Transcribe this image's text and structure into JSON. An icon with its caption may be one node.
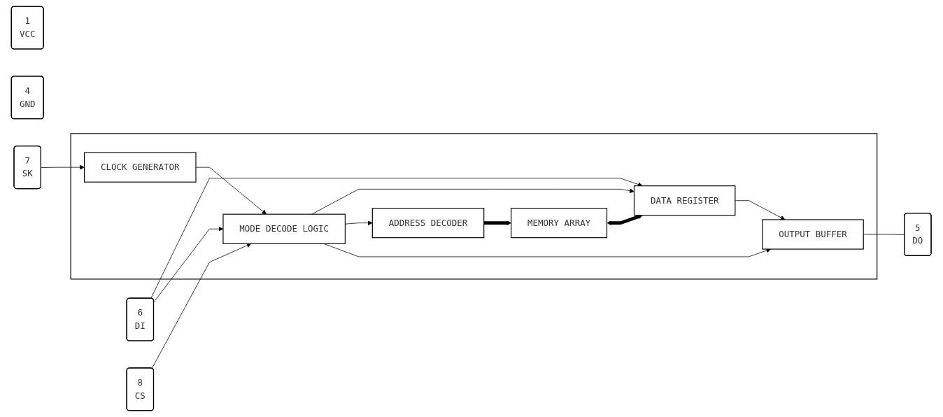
{
  "diagram": {
    "nodes": [
      {
        "text": [],
        "shape": "box"
      },
      {
        "text": [
          "MEMORY ARRAY"
        ],
        "in": 0
      },
      {
        "text": [
          "ADDRESS DECODER"
        ],
        "in": 0
      },
      {
        "text": [
          "DATA REGISTER"
        ],
        "in": 0
      },
      {
        "text": [
          "OUTPUT BUFFER"
        ],
        "in": 0
      },
      {
        "text": [
          "MODE DECODE LOGIC"
        ],
        "in": 0
      },
      {
        "text": [
          "CLOCK GENERATOR"
        ],
        "in": 0
      },
      {
        "text": [
          "1",
          "VCC"
        ]
      },
      {
        "text": [
          "4",
          "GND"
        ]
      },
      {
        "text": [
          "6",
          "DI"
        ]
      },
      {
        "text": [
          "8",
          "CS"
        ]
      },
      {
        "text": [
          "7",
          "SK"
        ]
      },
      {
        "text": [
          "5",
          "DO"
        ]
      }
    ],
    "edges": [
      {
        "from": 2,
        "to": 1,
        "arrow": "to",
        "style": "thick"
      },
      {
        "from": 1,
        "to": 3,
        "arrow": "both",
        "style": "thick"
      },
      {
        "from": 9,
        "to": 3,
        "arrow": "to"
      },
      {
        "from": 9,
        "to": 5,
        "arrow": "to"
      },
      {
        "from": 5,
        "to": 3,
        "arrow": "to"
      },
      {
        "from": 5,
        "to": 2,
        "arrow": "to"
      },
      {
        "from": 3,
        "to": 4,
        "arrow": "to"
      },
      {
        "from": 5,
        "to": 4,
        "arrow": "to"
      },
      {
        "from": 10,
        "to": 5,
        "arrow": "to"
      },
      {
        "from": 11,
        "to": 6,
        "arrow": "to"
      },
      {
        "from": 6,
        "to": 5,
        "arrow": "to"
      },
      {
        "from": 4,
        "to": 12,
        "arrow": "none"
      }
    ]
  }
}
